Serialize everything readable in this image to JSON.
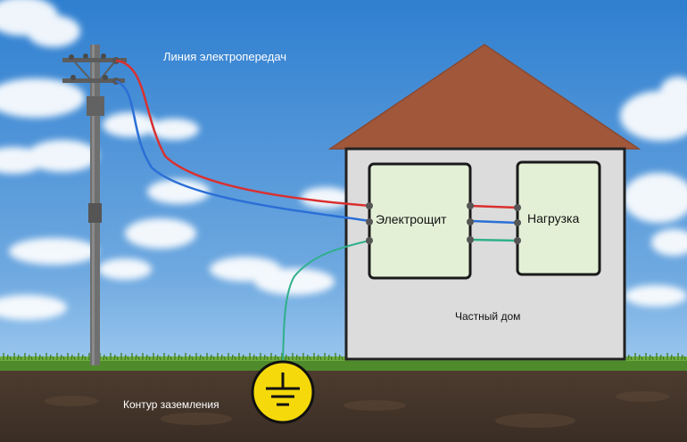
{
  "labels": {
    "power_line": "Линия электропередач",
    "panel": "Электрощит",
    "load": "Нагрузка",
    "house": "Частный дом",
    "ground_loop": "Контур заземления"
  },
  "icons": {
    "ground": "ground-symbol-icon",
    "pole": "utility-pole-icon"
  },
  "colors": {
    "sky_top": "#2f7fd0",
    "sky_bottom": "#9cc8ef",
    "roof": "#a0573a",
    "wall": "#dcdcdc",
    "box_fill": "#e3f0d6",
    "wire_phase": "#d9302f",
    "wire_neutral": "#2b6fd6",
    "wire_ground": "#2fb08a",
    "ground_symbol": "#f5d90a",
    "grass": "#4f8a2b",
    "soil": "#4a3a2e"
  }
}
